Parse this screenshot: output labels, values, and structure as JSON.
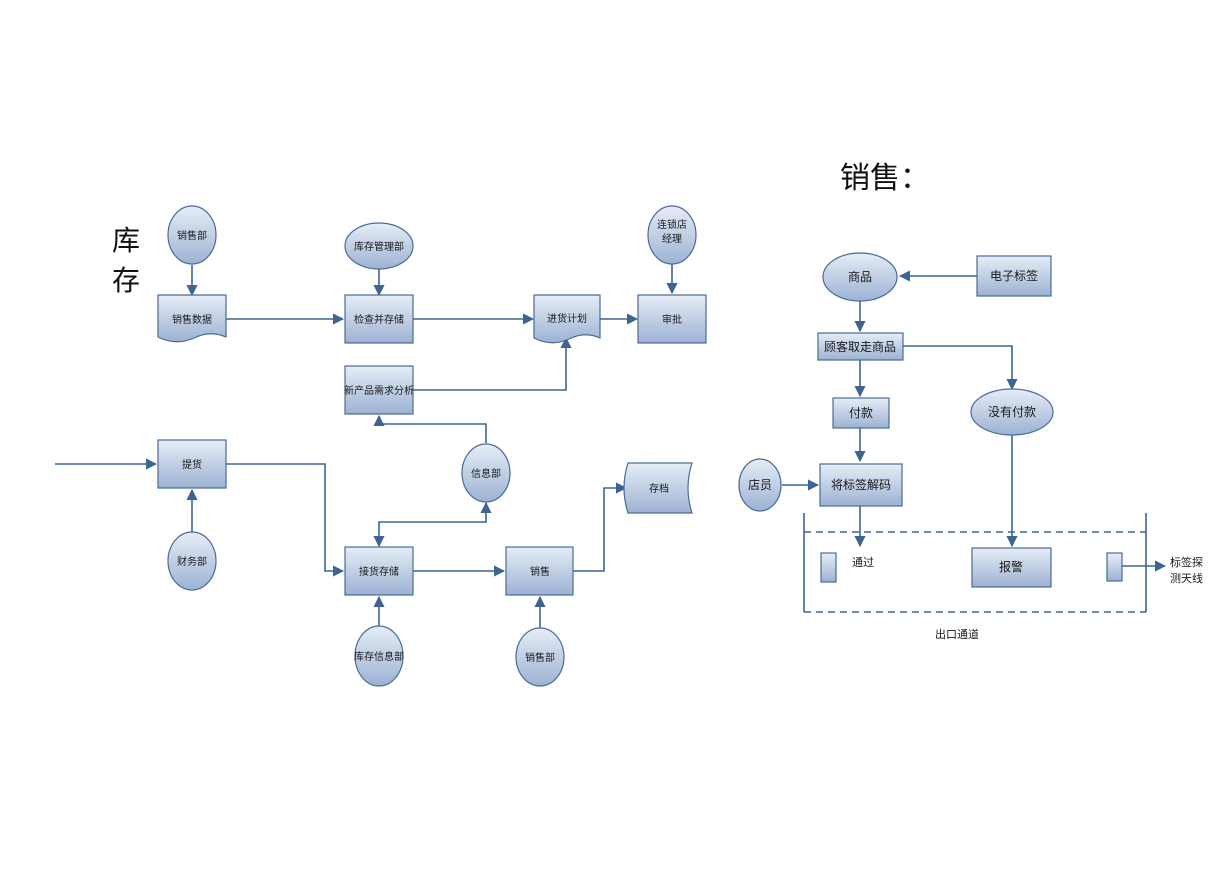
{
  "inventory": {
    "title_line1": "库",
    "title_line2": "存",
    "sales_dept_top": "销售部",
    "sales_data": "销售数据",
    "stock_mgmt_dept": "库存管理部",
    "check_stock": "检查并存储",
    "purchase_plan": "进货计划",
    "manager_line1": "连锁店",
    "manager_line2": "经理",
    "approve": "审批",
    "new_product_analysis": "新产品需求分析",
    "pickup": "提货",
    "finance_dept": "财务部",
    "info_dept": "信息部",
    "archive": "存档",
    "receive_store": "接货存储",
    "sales": "销售",
    "stock_info_dept": "库存信息部",
    "sales_dept_bottom": "销售部"
  },
  "sales_flow": {
    "title": "销售：",
    "goods": "商品",
    "rfid_tag": "电子标签",
    "customer_takes": "顾客取走商品",
    "pay": "付款",
    "no_pay": "没有付款",
    "clerk": "店员",
    "decode_tag": "将标签解码",
    "pass": "通过",
    "alarm": "报警",
    "antenna_line1": "标签探",
    "antenna_line2": "测天线",
    "exit_channel": "出口通道"
  },
  "colors": {
    "node_fill_light": "#dfe7f2",
    "node_fill_dark": "#9fb4d4",
    "node_stroke": "#4a6b97",
    "edge": "#3c6592"
  }
}
